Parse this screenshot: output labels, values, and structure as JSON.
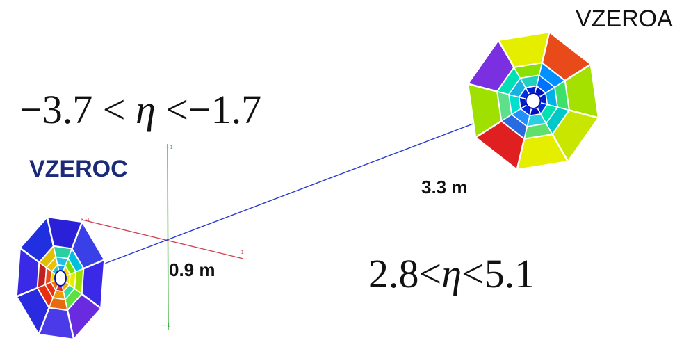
{
  "labels": {
    "vzeroa": "VZEROA",
    "vzeroc": "VZEROC",
    "distance_a": "3.3 m",
    "distance_c": "0.9 m"
  },
  "eta_ranges": {
    "c": {
      "min": "−3.7",
      "op": "<",
      "symbol": "η",
      "max": "−1.7"
    },
    "a": {
      "min": "2.8",
      "op": "<",
      "symbol": "η",
      "max": "5.1"
    }
  },
  "detectors": {
    "vzeroa": {
      "ring_colors": [
        [
          "#a4e000",
          "#c8e600",
          "#e6ee00",
          "#e02020",
          "#a0e000",
          "#7a2fe0",
          "#e6ee00",
          "#e84a1a"
        ],
        [
          "#3fe06a",
          "#00c8c8",
          "#5ee06a",
          "#2a6ae0",
          "#5ee08a",
          "#00e0b4",
          "#8ae000",
          "#0090ff"
        ],
        [
          "#00b0e8",
          "#00e0b0",
          "#2ad0e0",
          "#2090ff",
          "#00e0d0",
          "#1ab0e0",
          "#22d0c0",
          "#0070ff"
        ],
        [
          "#0020d0",
          "#0030e0",
          "#0010c0",
          "#0028d8",
          "#0018c8",
          "#0030e0",
          "#0020d0",
          "#0010c0"
        ]
      ]
    },
    "vzeroc": {
      "ring_colors": [
        [
          "#3a2ae8",
          "#6a2ae0",
          "#4a3ae8",
          "#2a2ae0",
          "#3a2ae8",
          "#2030e0",
          "#2a20d8",
          "#3a40e8"
        ],
        [
          "#a0e000",
          "#5ee040",
          "#e86a10",
          "#e83010",
          "#c02020",
          "#e0c000",
          "#2ad0a0",
          "#00c0e0"
        ],
        [
          "#e6ee00",
          "#2ae0a0",
          "#ee9a00",
          "#e83010",
          "#e84a1a",
          "#f0c000",
          "#20c0e8",
          "#7ae000"
        ],
        [
          "#f0e000",
          "#e8b000",
          "#e03020",
          "#f07000",
          "#e8e000",
          "#20c8c0",
          "#20a0e8",
          "#f0d000"
        ]
      ]
    }
  }
}
